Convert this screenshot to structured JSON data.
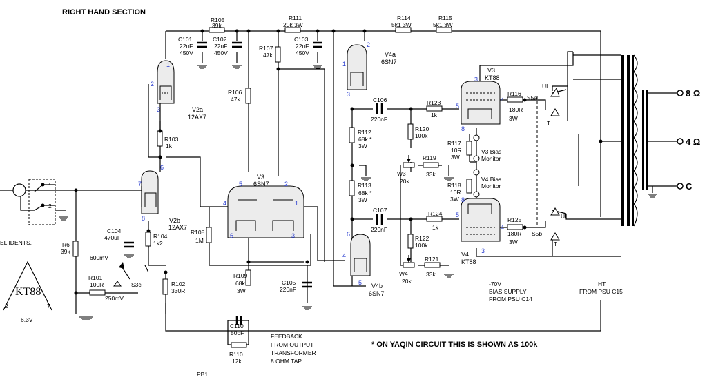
{
  "title": "RIGHT HAND SECTION",
  "footnote": "* ON YAQIN CIRCUIT THIS IS SHOWN AS 100k",
  "outputs": {
    "tap8": "8 Ω",
    "tap4": "4 Ω",
    "common": "C"
  },
  "tubes": {
    "v2a": [
      "V2a",
      "12AX7"
    ],
    "v2b": [
      "V2b",
      "12AX7"
    ],
    "v3mid": [
      "V3",
      "6SN7"
    ],
    "v4a": [
      "V4a",
      "6SN7"
    ],
    "v4b": [
      "V4b",
      "6SN7"
    ],
    "v3out": [
      "V3",
      "KT88"
    ],
    "v4out": [
      "V4",
      "KT88"
    ]
  },
  "resistors": {
    "r105": [
      "R105",
      "39k"
    ],
    "r111": [
      "R111",
      "20k 3W"
    ],
    "r114": [
      "R114",
      "5k1 3W"
    ],
    "r115": [
      "R115",
      "5k1 3W"
    ],
    "r107": [
      "R107",
      "47k"
    ],
    "r106": [
      "R106",
      "47k"
    ],
    "r103": [
      "R103",
      "1k"
    ],
    "r112": [
      "R112",
      "68k *",
      "3W"
    ],
    "r113": [
      "R113",
      "68k *",
      "3W"
    ],
    "r120": [
      "R120",
      "100k"
    ],
    "r119": [
      "R119",
      "33k"
    ],
    "r123": [
      "R123",
      "1k"
    ],
    "r116": [
      "R116",
      "180R",
      "3W"
    ],
    "r117": [
      "R117",
      "10R",
      "3W"
    ],
    "r118": [
      "R118",
      "10R",
      "3W"
    ],
    "r124": [
      "R124",
      "1k"
    ],
    "r122": [
      "R122",
      "100k"
    ],
    "r121": [
      "R121",
      "33k"
    ],
    "r125": [
      "R125",
      "180R",
      "3W"
    ],
    "r108": [
      "R108",
      "1M"
    ],
    "r109": [
      "R109",
      "68k",
      "3W"
    ],
    "r104": [
      "R104",
      "1k2"
    ],
    "r102": [
      "R102",
      "330R"
    ],
    "r101": [
      "R101",
      "100R"
    ],
    "r6": [
      "R6",
      "39k"
    ],
    "r110": [
      "R110",
      "12k"
    ]
  },
  "capacitors": {
    "c101": [
      "C101",
      "22uF",
      "450V"
    ],
    "c102": [
      "C102",
      "22uF",
      "450V"
    ],
    "c103": [
      "C103",
      "22uF",
      "450V"
    ],
    "c106": [
      "C106",
      "220nF"
    ],
    "c107": [
      "C107",
      "220nF"
    ],
    "c104": [
      "C104",
      "470uF"
    ],
    "c105": [
      "C105",
      "220nF"
    ],
    "c110": [
      "C110",
      "50pF"
    ]
  },
  "pots": {
    "w3": [
      "W3",
      "20k"
    ],
    "w4": [
      "W4",
      "20k"
    ]
  },
  "labels": {
    "v3bias": [
      "V3 Bias",
      "Monitor"
    ],
    "v4bias": [
      "V4 Bias",
      "Monitor"
    ],
    "bias_supply": [
      "-70V",
      "BIAS SUPPLY",
      "FROM PSU C14"
    ],
    "ht": [
      "HT",
      "FROM PSU C15"
    ],
    "feedback": [
      "FEEDBACK",
      "FROM OUTPUT",
      "TRANSFORMER",
      "8 OHM TAP"
    ],
    "s3c": "S3c",
    "v600": "600mV",
    "v250": "250mV",
    "s5a": "S5a",
    "s5b": "S5b",
    "ul": "UL",
    "t": "T",
    "el_idents": "EL IDENTS.",
    "kt88_ident": "KT88",
    "v63": "6.3V",
    "pin2": "2",
    "pin7": "7",
    "jack1": "1",
    "jack2": "2",
    "pb1": "PB1"
  }
}
